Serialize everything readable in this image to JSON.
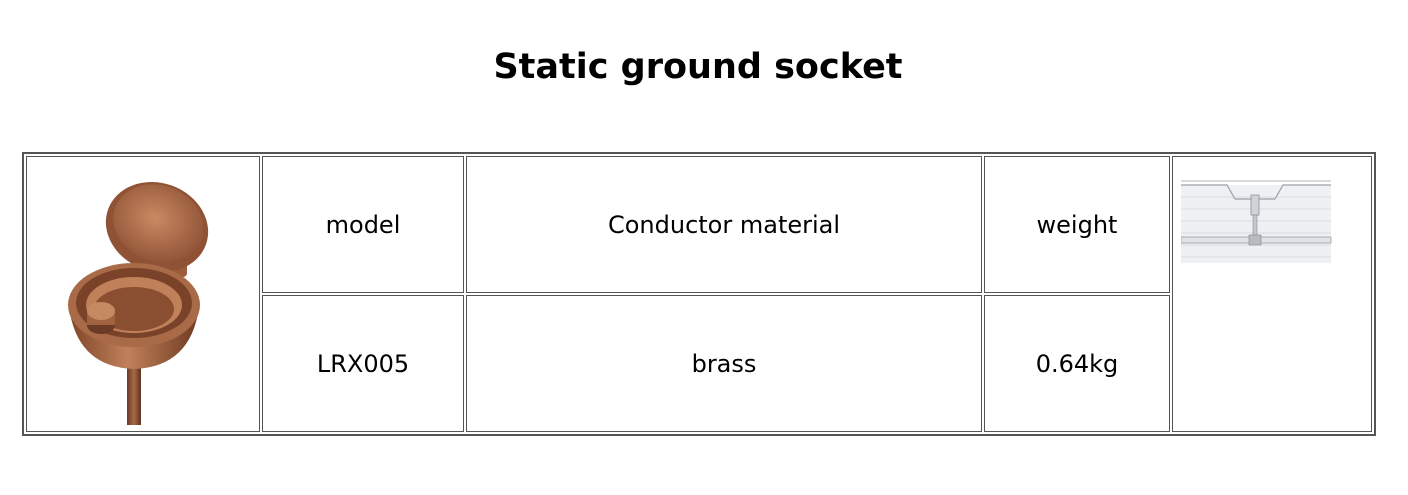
{
  "title": "Static ground socket",
  "table": {
    "headers": {
      "model": "model",
      "material": "Conductor material",
      "weight": "weight"
    },
    "row": {
      "model": "LRX005",
      "material": "brass",
      "weight": "0.64kg"
    }
  },
  "images": {
    "product": "static-ground-socket-photo",
    "installation": "installation-diagram"
  },
  "colors": {
    "copper": "#b5714c",
    "border": "#555555"
  }
}
